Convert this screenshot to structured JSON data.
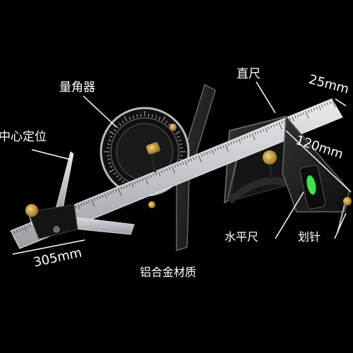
{
  "labels": {
    "protractor": "量角器",
    "ruler": "直尺",
    "center_finder": "中心定位",
    "level": "水平尺",
    "scriber": "划针",
    "material": "铝合金材质"
  },
  "dimensions": {
    "width": "25mm",
    "height": "120mm",
    "length": "305mm"
  },
  "colors": {
    "background": "#000000",
    "steel": "#c9ccd0",
    "head": "#1c1c1c",
    "brass": "#c8a040",
    "bubble": "#3fe24a"
  }
}
